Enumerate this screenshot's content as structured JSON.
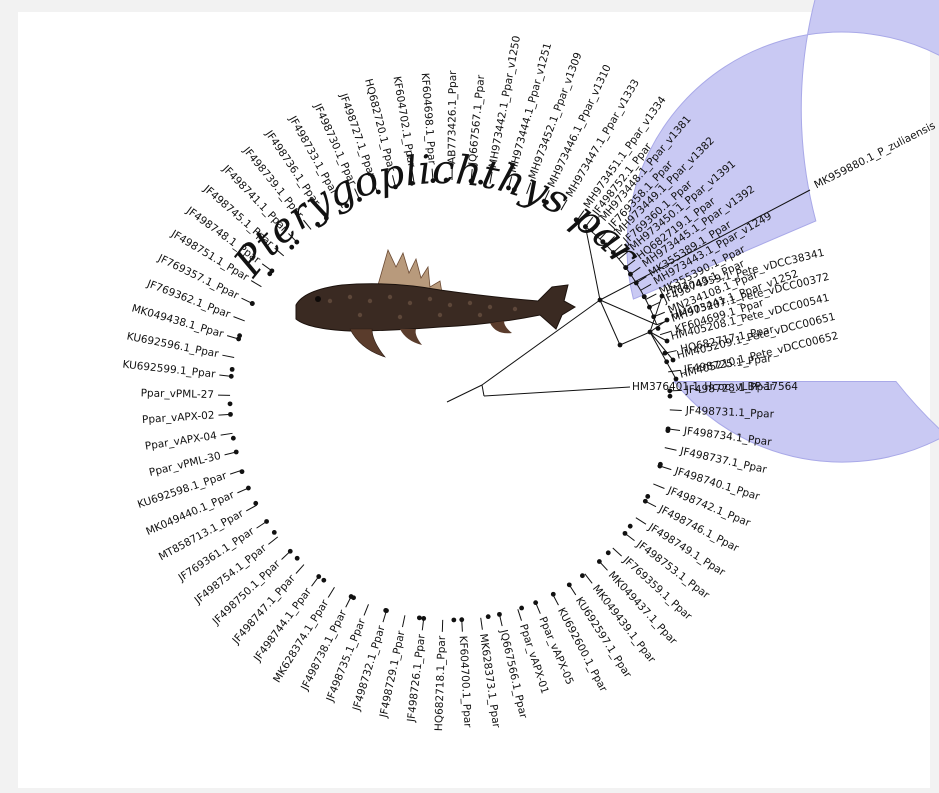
{
  "figure": {
    "clade_title": "Pterygoplichthys pardalis",
    "clade_color": "#c9c9f3",
    "clade_edge_color": "#a9a9e8",
    "branch_color": "#111111",
    "node_dot_color": "#111111",
    "fish_image": "fish-photo"
  },
  "clade_tips": [
    "JF498752.1_Ppar",
    "JF769358.1_Ppar",
    "JF769360.1_Ppar",
    "HQ682719.1_Ppar",
    "MK355389.1_Ppar",
    "MK355390.1_Ppar",
    "MN234108.1_Ppar",
    "KF604699.1_Ppar",
    "HQ682717.1_Ppar",
    "JF498725.1_Ppar",
    "JF498728.1_Ppar",
    "JF498731.1_Ppar",
    "JF498734.1_Ppar",
    "JF498737.1_Ppar",
    "JF498740.1_Ppar",
    "JF498742.1_Ppar",
    "JF498746.1_Ppar",
    "JF498749.1_Ppar",
    "JF498753.1_Ppar",
    "JF769359.1_Ppar",
    "MK049437.1_Ppar",
    "MK049439.1_Ppar",
    "KU692597.1_Ppar",
    "KU692600.1_Ppar",
    "Ppar_vAPX-05",
    "Ppar_vAPX-01",
    "JQ667566.1_Ppar",
    "MK628373.1_Ppar",
    "KF604700.1_Ppar",
    "HQ682718.1_Ppar",
    "JF498726.1_Ppar",
    "JF498729.1_Ppar",
    "JF498732.1_Ppar",
    "JF498735.1_Ppar",
    "JF498738.1_Ppar",
    "MK628374.1_Ppar",
    "JF498744.1_Ppar",
    "JF498747.1_Ppar",
    "JF498750.1_Ppar",
    "JF498754.1_Ppar",
    "JF769361.1_Ppar",
    "MT858713.1_Ppar",
    "MK049440.1_Ppar",
    "KU692598.1_Ppar",
    "Ppar_vPML-30",
    "Ppar_vAPX-04",
    "Ppar_vAPX-02",
    "Ppar_vPML-27",
    "KU692599.1_Ppar",
    "KU692596.1_Ppar",
    "MK049438.1_Ppar",
    "JF769362.1_Ppar",
    "JF769357.1_Ppar",
    "JF498751.1_Ppar",
    "JF498748.1_Ppar",
    "JF498745.1_Ppar",
    "JF498741.1_Ppar",
    "JF498739.1_Ppar",
    "JF498736.1_Ppar",
    "JF498733.1_Ppar",
    "JF498730.1_Ppar",
    "JF498727.1_Ppar",
    "HQ682720.1_Ppar",
    "KF604702.1_Ppar",
    "KF604698.1_Ppar",
    "AB773426.1_Ppar",
    "JQ667567.1_Ppar",
    "MH973442.1_Ppar_v1250",
    "MH973444.1_Ppar_v1251",
    "MH973452.1_Ppar_v1309",
    "MH973446.1_Ppar_v1310",
    "MH973447.1_Ppar_v1333",
    "MH973451.1_Ppar_v1334",
    "MH973448.1_Ppar_v1381",
    "MH973449.1_Ppar_v1382",
    "MH973450.1_Ppar_v1391",
    "MH973445.1_Ppar_v1392",
    "MH973443.1_Ppar_v1249",
    "JF498743.1_Ppar",
    "MH973441.1_Ppar_v1252"
  ],
  "outgroup_tips": {
    "zuliaensis": "MK959880.1_P_zuliaensis",
    "etentaculatus": [
      "HM404959.1_Pete_vDCC38341",
      "HM405207.1_Pete_vDCC00372",
      "HM405208.1_Pete_vDCC00541",
      "HM405209.1_Pete_vDCC00651",
      "HM405210.1_Pete_vDCC00652"
    ],
    "hcoc": "HM376401.1_Hcoc_vLBP-17564"
  }
}
